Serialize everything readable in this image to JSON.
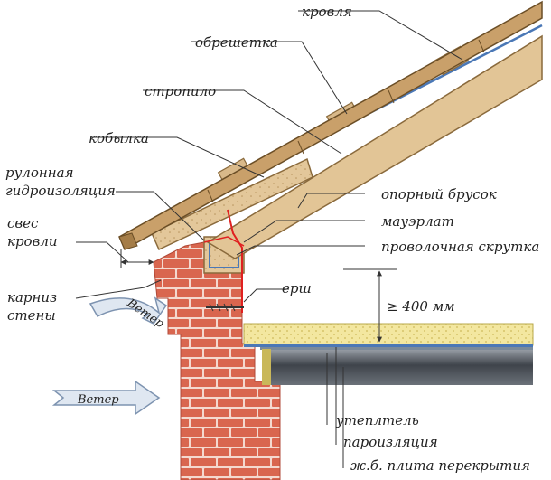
{
  "labels": {
    "roof": "кровля",
    "battens": "обрешетка",
    "rafter": "стропило",
    "filly": "кобылка",
    "roll_waterproofing_1": "рулонная",
    "roll_waterproofing_2": "гидроизоляция",
    "support_beam": "опорный брусок",
    "overhang_1": "свес",
    "overhang_2": "кровли",
    "mauerlat": "мауэрлат",
    "wire_twist": "проволочная скрутка",
    "ruff": "ерш",
    "cornice_1": "карниз",
    "cornice_2": "стены",
    "min_gap": "≥ 400 мм",
    "wind_upper": "Ветер",
    "wind_lower": "Ветер",
    "insulation": "утеплтель",
    "vapor_barrier": "пароизляция",
    "slab": "ж.б. плита перекрытия"
  },
  "colors": {
    "wood": "#d9b98a",
    "wood_dark": "#8a6a3c",
    "brick": "#d9664f",
    "mortar": "#f4d9cf",
    "insulation": "#f3e7a0",
    "slab": "#5a5f66",
    "wire": "#e02020",
    "arrow": "#7d93b0"
  }
}
